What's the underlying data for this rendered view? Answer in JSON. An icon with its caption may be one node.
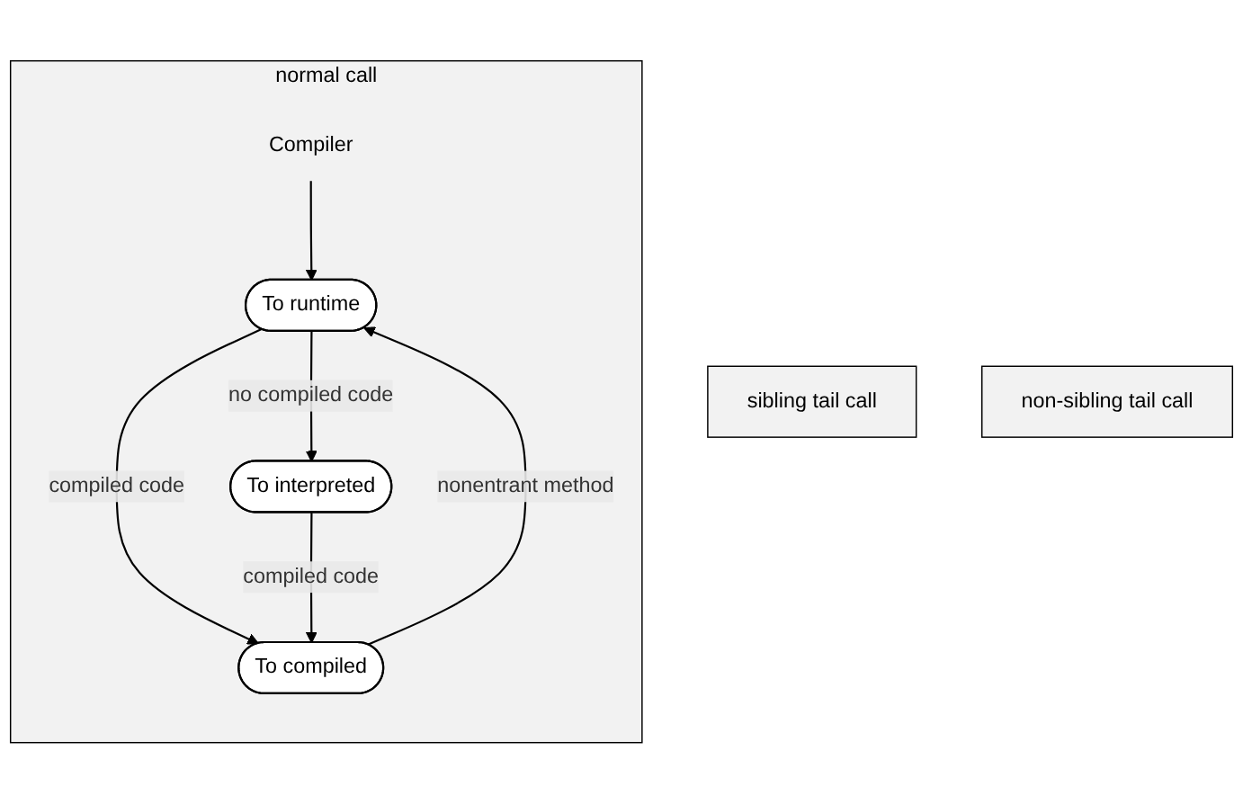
{
  "diagram": {
    "nodes": [
      {
        "text": [
          "normal call"
        ]
      },
      {
        "text": [
          "Compiler"
        ],
        "in": 0
      },
      {
        "text": [
          "To runtime"
        ],
        "in": 0
      },
      {
        "text": [
          "To compiled"
        ],
        "in": 0
      },
      {
        "text": [
          "To interpreted"
        ],
        "in": 0
      },
      {
        "text": [
          "sibling tail call"
        ]
      },
      {
        "text": [
          "non-sibling tail call"
        ]
      }
    ],
    "edges": [
      {
        "from": 1,
        "to": 2,
        "arrow": "to"
      },
      {
        "from": 2,
        "to": 3,
        "label": "compiled code",
        "arrow": "to"
      },
      {
        "from": 3,
        "to": 2,
        "label": "nonentrant method",
        "arrow": "to"
      },
      {
        "from": 2,
        "to": 4,
        "label": "no compiled code",
        "arrow": "to"
      },
      {
        "from": 4,
        "to": 3,
        "label": "compiled code",
        "arrow": "to"
      }
    ]
  }
}
